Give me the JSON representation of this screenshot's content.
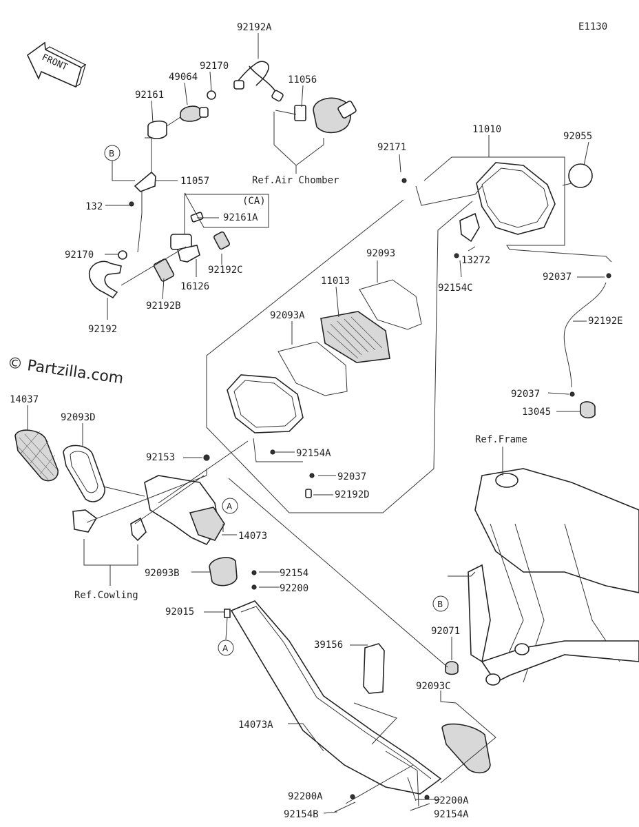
{
  "diagram_code": "E1130",
  "watermark": "© Partzilla.com",
  "front_label": "FRONT",
  "labels": {
    "92192A": "92192A",
    "92170_top": "92170",
    "49064": "49064",
    "11056": "11056",
    "92161": "92161",
    "B_left": "B",
    "11057": "11057",
    "ref_air_chomber": "Ref.Air Chomber",
    "132": "132",
    "CA": "(CA)",
    "92161A": "92161A",
    "92170_low": "92170",
    "92192C": "92192C",
    "16126": "16126",
    "92192B": "92192B",
    "92192": "92192",
    "92171": "92171",
    "11010": "11010",
    "92055": "92055",
    "92093": "92093",
    "11013": "11013",
    "13272": "13272",
    "92154C": "92154C",
    "92037_a": "92037",
    "92093A": "92093A",
    "92192E": "92192E",
    "92037_b": "92037",
    "13045": "13045",
    "14037": "14037",
    "92093D": "92093D",
    "92153": "92153",
    "92154A_top": "92154A",
    "92037_c": "92037",
    "92192D": "92192D",
    "ref_frame": "Ref.Frame",
    "A_top": "A",
    "14073": "14073",
    "92093B": "92093B",
    "92154": "92154",
    "92200": "92200",
    "ref_cowling": "Ref.Cowling",
    "92015": "92015",
    "A_low": "A",
    "B_right": "B",
    "92071": "92071",
    "39156": "39156",
    "92093C": "92093C",
    "14073A": "14073A",
    "92200A_left": "92200A",
    "92200A_right": "92200A",
    "92154B": "92154B",
    "92154A_bottom": "92154A"
  }
}
